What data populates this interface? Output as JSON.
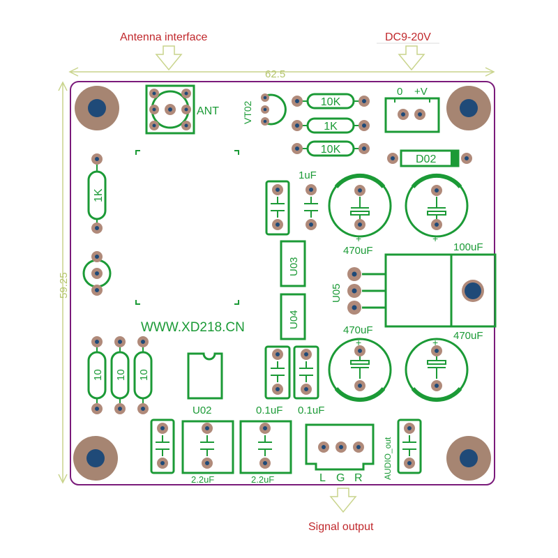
{
  "annotations": {
    "antenna": "Antenna interface",
    "power": "DC9-20V",
    "output": "Signal output"
  },
  "dimensions": {
    "width": "62.5",
    "height": "59.25"
  },
  "board": {
    "website": "WWW.XD218.CN",
    "colors": {
      "silkscreen": "#1b9a36",
      "outline": "#7a1a7a",
      "pad": "#b08a7a",
      "drill": "#1f4a78",
      "annotation": "#c0282c",
      "dimension": "#b4c46c"
    }
  },
  "labels": {
    "ant": "ANT",
    "vt02": "VT02",
    "r_10k_top": "10K",
    "r_1k_mid": "1K",
    "r_10k_bot": "10K",
    "pwr_0": "0",
    "pwr_v": "+V",
    "d02": "D02",
    "r_1k_left": "1K",
    "c_1uf": "1uF",
    "c_470_a": "470uF",
    "c_100uf": "100uF",
    "u03": "U03",
    "u04": "U04",
    "u05": "U05",
    "c_470_b": "470uF",
    "c_470_c": "470uF",
    "r10_a": "10",
    "r10_b": "10",
    "r10_c": "10",
    "u02": "U02",
    "c_01_a": "0.1uF",
    "c_01_b": "0.1uF",
    "c_22_a": "2.2uF",
    "c_22_b": "2.2uF",
    "l": "L",
    "g": "G",
    "r": "R",
    "audio_out": "AUDIO_out",
    "plus1": "+",
    "plus2": "+",
    "plus3": "+",
    "plus4": "+"
  }
}
